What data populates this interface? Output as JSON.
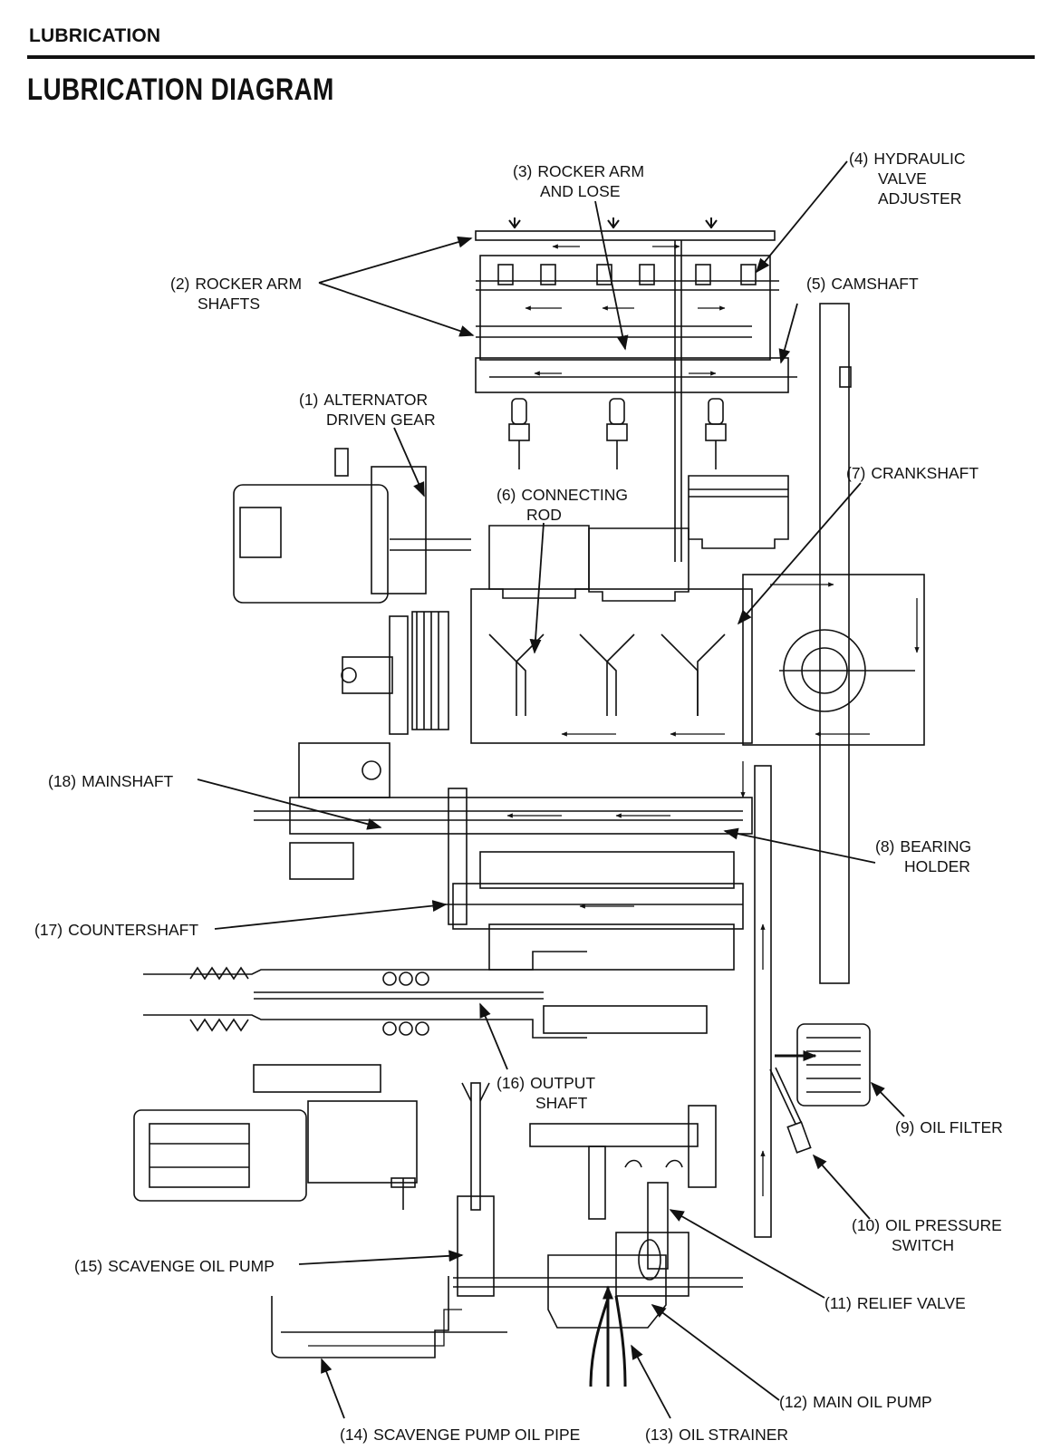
{
  "header": {
    "section": "LUBRICATION",
    "title": "LUBRICATION DIAGRAM"
  },
  "labels": [
    {
      "num": "(1)",
      "line1": "ALTERNATOR",
      "line2": "DRIVEN GEAR"
    },
    {
      "num": "(2)",
      "line1": "ROCKER ARM",
      "line2": "SHAFTS"
    },
    {
      "num": "(3)",
      "line1": "ROCKER ARM",
      "line2": "AND LOSE"
    },
    {
      "num": "(4)",
      "line1": "HYDRAULIC",
      "line2": "VALVE",
      "line3": "ADJUSTER"
    },
    {
      "num": "(5)",
      "line1": "CAMSHAFT"
    },
    {
      "num": "(6)",
      "line1": "CONNECTING",
      "line2": "ROD"
    },
    {
      "num": "(7)",
      "line1": "CRANKSHAFT"
    },
    {
      "num": "(8)",
      "line1": "BEARING",
      "line2": "HOLDER"
    },
    {
      "num": "(9)",
      "line1": "OIL FILTER"
    },
    {
      "num": "(10)",
      "line1": "OIL PRESSURE",
      "line2": "SWITCH"
    },
    {
      "num": "(11)",
      "line1": "RELIEF VALVE"
    },
    {
      "num": "(12)",
      "line1": "MAIN OIL PUMP"
    },
    {
      "num": "(13)",
      "line1": "OIL STRAINER"
    },
    {
      "num": "(14)",
      "line1": "SCAVENGE PUMP OIL PIPE"
    },
    {
      "num": "(15)",
      "line1": "SCAVENGE OIL PUMP"
    },
    {
      "num": "(16)",
      "line1": "OUTPUT",
      "line2": "SHAFT"
    },
    {
      "num": "(17)",
      "line1": "COUNTERSHAFT"
    },
    {
      "num": "(18)",
      "line1": "MAINSHAFT"
    }
  ],
  "colors": {
    "ink": "#111111",
    "paper": "#ffffff"
  }
}
